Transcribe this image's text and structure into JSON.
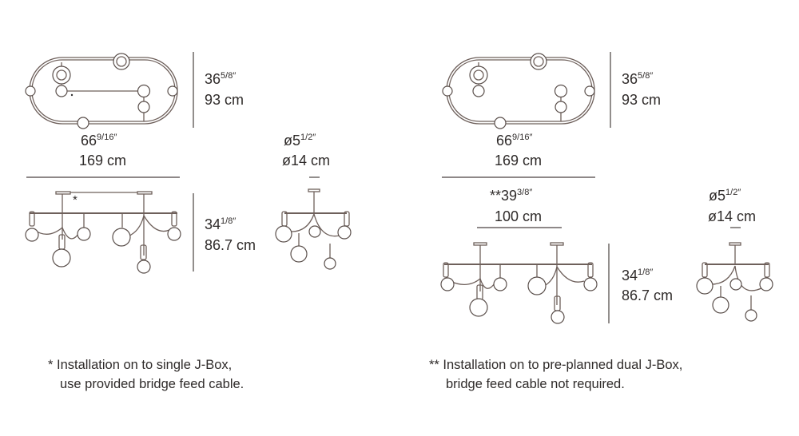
{
  "option_single": {
    "plan_height": {
      "whole": "36",
      "frac": "5/8",
      "unit": "″",
      "metric": "93 cm"
    },
    "plan_width": {
      "whole": "66",
      "frac": "9/16",
      "unit": "″",
      "metric": "169 cm"
    },
    "elevation_height": {
      "whole": "34",
      "frac": "1/8",
      "unit": "″",
      "metric": "86.7 cm"
    },
    "canopy_diameter": {
      "whole": "ø5",
      "frac": "1/2",
      "unit": "″",
      "metric": "ø14 cm"
    },
    "asterisk": "*",
    "note_line1": "* Installation on to single J-Box,",
    "note_line2": "use provided bridge feed cable."
  },
  "option_dual": {
    "plan_height": {
      "whole": "36",
      "frac": "5/8",
      "unit": "″",
      "metric": "93 cm"
    },
    "plan_width": {
      "whole": "66",
      "frac": "9/16",
      "unit": "″",
      "metric": "169 cm"
    },
    "canopy_spacing": {
      "whole": "**39",
      "frac": "3/8",
      "unit": "″",
      "metric": "100 cm"
    },
    "elevation_height": {
      "whole": "34",
      "frac": "1/8",
      "unit": "″",
      "metric": "86.7 cm"
    },
    "canopy_diameter": {
      "whole": "ø5",
      "frac": "1/2",
      "unit": "″",
      "metric": "ø14 cm"
    },
    "note_line1": "** Installation on to pre-planned dual J-Box,",
    "note_line2": "bridge feed cable not required."
  }
}
